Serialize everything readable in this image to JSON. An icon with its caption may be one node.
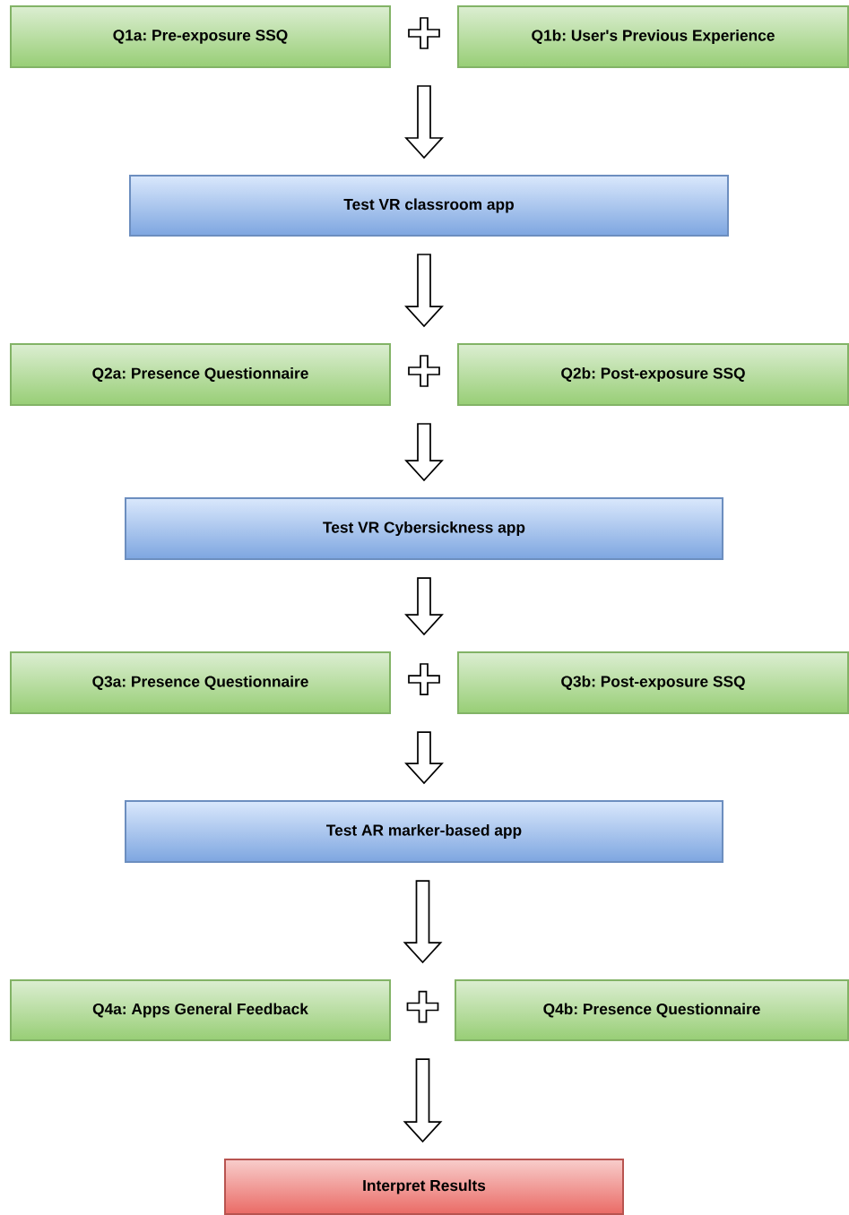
{
  "diagram": {
    "nodes": [
      {
        "text": [
          "Q1a: Pre-exposure SSQ"
        ]
      },
      {
        "text": [
          "Q1b: User's Previous Experience"
        ]
      },
      {
        "text": [
          "Test VR classroom app"
        ]
      },
      {
        "text": [
          "Q2a: Presence Questionnaire"
        ]
      },
      {
        "text": [
          "Q2b: Post-exposure SSQ"
        ]
      },
      {
        "text": [
          "Test VR Cybersickness app"
        ]
      },
      {
        "text": [
          "Q3a: Presence Questionnaire"
        ]
      },
      {
        "text": [
          "Q3b: Post-exposure SSQ"
        ]
      },
      {
        "text": [
          "Test AR marker-based app"
        ]
      },
      {
        "text": [
          "Q4a: Apps General Feedback"
        ]
      },
      {
        "text": [
          "Q4b: Presence Questionnaire"
        ]
      },
      {
        "text": [
          "Interpret Results"
        ]
      }
    ],
    "edges": [
      {
        "from": 0,
        "to": 2,
        "arrow": "to"
      },
      {
        "from": 1,
        "to": 2,
        "arrow": "to"
      },
      {
        "from": 2,
        "to": 3,
        "arrow": "to"
      },
      {
        "from": 2,
        "to": 4,
        "arrow": "to"
      },
      {
        "from": 3,
        "to": 5,
        "arrow": "to"
      },
      {
        "from": 4,
        "to": 5,
        "arrow": "to"
      },
      {
        "from": 5,
        "to": 6,
        "arrow": "to"
      },
      {
        "from": 5,
        "to": 7,
        "arrow": "to"
      },
      {
        "from": 6,
        "to": 8,
        "arrow": "to"
      },
      {
        "from": 7,
        "to": 8,
        "arrow": "to"
      },
      {
        "from": 8,
        "to": 9,
        "arrow": "to"
      },
      {
        "from": 8,
        "to": 10,
        "arrow": "to"
      },
      {
        "from": 9,
        "to": 11,
        "arrow": "to"
      },
      {
        "from": 10,
        "to": 11,
        "arrow": "to"
      }
    ]
  }
}
